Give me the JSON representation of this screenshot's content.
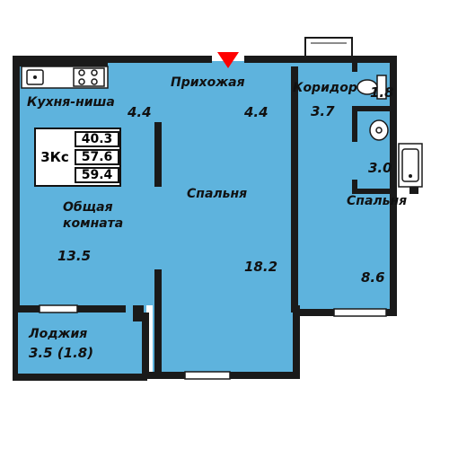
{
  "colors": {
    "floor": "#5eb3dd",
    "wall": "#1a1a1a",
    "entrance_marker": "#ff0000",
    "label": "#111111"
  },
  "rooms": {
    "kitchen": {
      "label": "Кухня-ниша",
      "area": "4.4"
    },
    "hallway": {
      "label": "Прихожая",
      "area": "4.4"
    },
    "corridor": {
      "label": "Коридор",
      "area": "3.7"
    },
    "toilet": {
      "area": "1.8"
    },
    "bathroom": {
      "area": "3.0"
    },
    "living_room": {
      "label": "Общая\nкомната",
      "area": "13.5"
    },
    "bedroom_main": {
      "label": "Спальня",
      "area": "18.2"
    },
    "bedroom_small": {
      "label": "Спальня",
      "area": "8.6"
    },
    "loggia": {
      "label": "Лоджия",
      "area": "3.5 (1.8)"
    }
  },
  "apartment": {
    "type": "3Кс",
    "areas": [
      "40.3",
      "57.6",
      "59.4"
    ]
  },
  "icons": [
    "stove-icon",
    "sink-icon",
    "toilet-icon",
    "washbasin-icon",
    "bathtub-icon",
    "entrance-arrow-icon"
  ]
}
